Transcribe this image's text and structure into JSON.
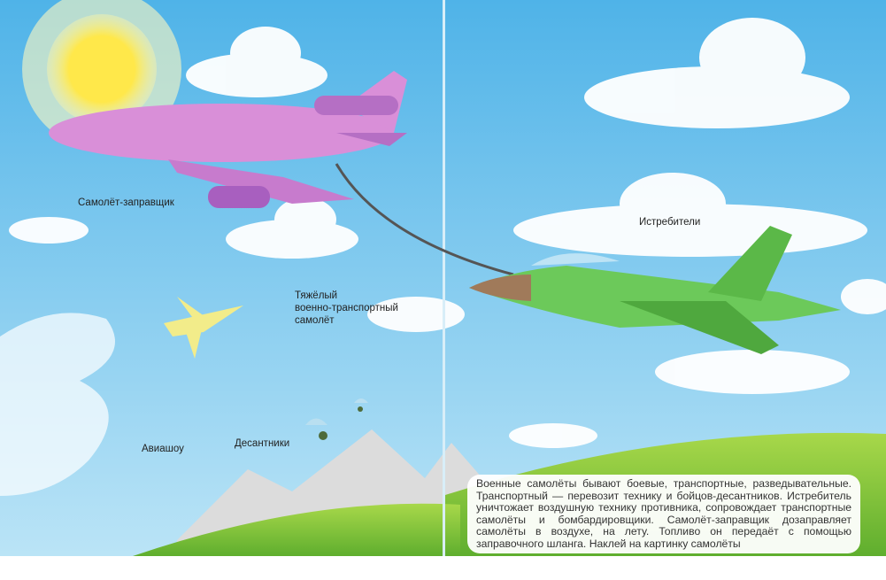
{
  "labels": {
    "tanker": "Самолёт-заправщик",
    "fighters": "Истребители",
    "transport": [
      "Тяжёлый",
      "военно-транспортный",
      "самолёт"
    ],
    "airshow": "Авиашоу",
    "paratroopers": "Десантники"
  },
  "info_text": "Военные самолёты бывают боевые, транспортные, разведывательные. Транспортный — перевозит технику и бойцов-десантников. Истребитель уничтожает воздушную технику противника, сопровождает транспортные самолёты и бомбардировщики. Самолёт-заправщик дозаправляет самолёты в воздухе, на лету. Топливо он передаёт с помощью заправочного шланга. Наклей на картинку самолёты",
  "colors": {
    "sky": "#6fc3ec",
    "tanker": "#d98fd8",
    "fighter": "#6cc95a",
    "grass": "#7cc23c"
  }
}
